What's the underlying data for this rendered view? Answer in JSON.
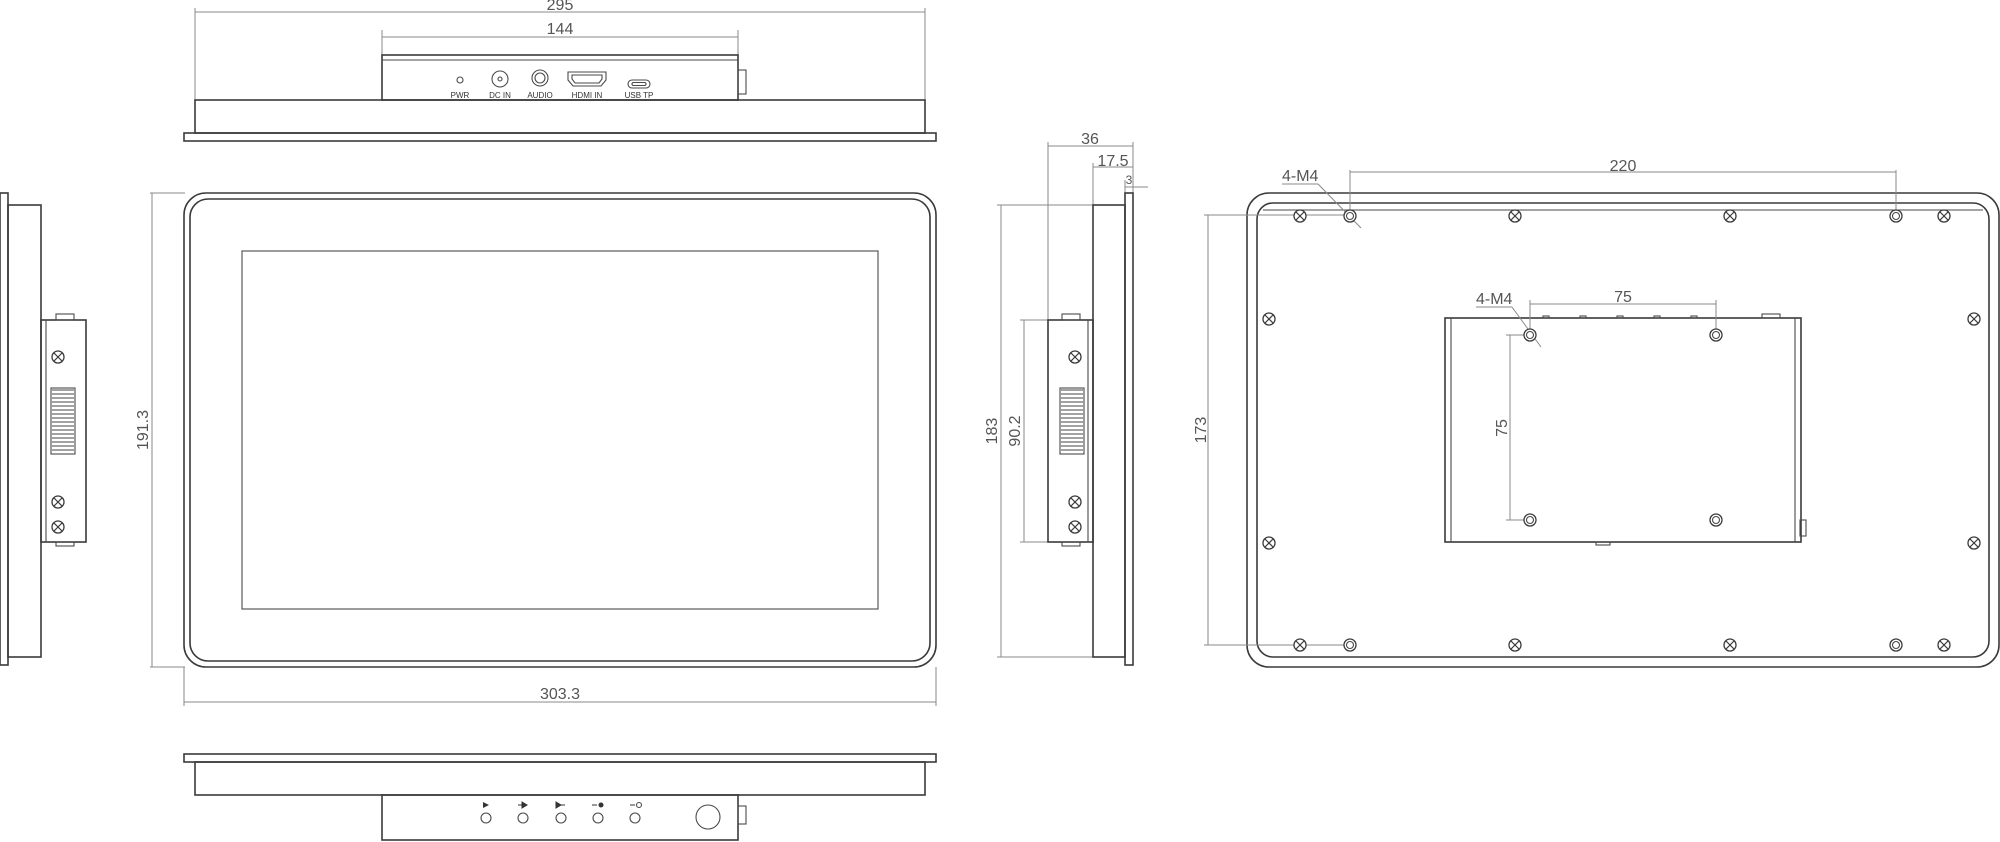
{
  "dimensions": {
    "top_overall_width": "295",
    "top_module_width": "144",
    "front_height": "191.3",
    "front_width": "303.3",
    "side_depth": "36",
    "side_module_depth": "17.5",
    "side_panel_thickness": "3",
    "side_height": "183",
    "side_module_height": "90.2",
    "rear_outer_hole_spacing_h": "220",
    "rear_outer_hole_spacing_v": "173",
    "rear_vesa_h": "75",
    "rear_vesa_v": "75",
    "rear_outer_hole_callout": "4-M4",
    "rear_vesa_hole_callout": "4-M4"
  },
  "ports": [
    "PWR",
    "DC IN",
    "AUDIO",
    "HDMI IN",
    "USB TP"
  ],
  "colors": {
    "line": "#3a3a3a",
    "dimension": "#8a8a8a",
    "background": "#ffffff"
  }
}
